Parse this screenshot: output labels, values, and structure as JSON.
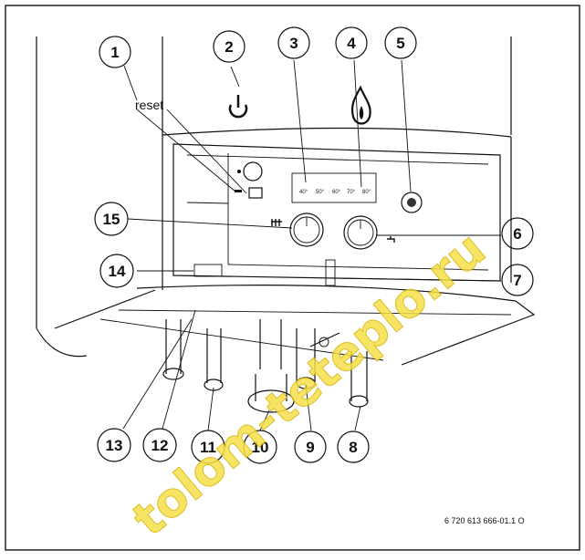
{
  "callouts": [
    "1",
    "2",
    "3",
    "4",
    "5",
    "6",
    "7",
    "8",
    "9",
    "10",
    "11",
    "12",
    "13",
    "14",
    "15"
  ],
  "reset_label": "reset",
  "temperature_scale": [
    "40°",
    "50°",
    "60°",
    "70°",
    "80°"
  ],
  "figure_code": "6 720 613 666-01.1 O",
  "watermark": "tolom-teteplo.ru",
  "icons": {
    "power": "power-icon",
    "flame": "flame-icon",
    "radiator": "radiator-icon",
    "tap": "tap-icon",
    "pressure_gauge": "pressure-gauge-icon"
  }
}
